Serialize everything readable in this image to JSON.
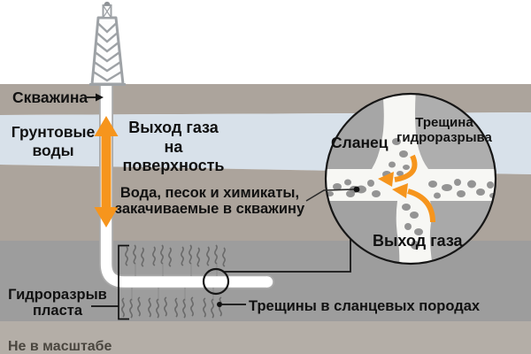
{
  "diagram": {
    "subject": "hydraulic-fracturing-scheme",
    "labels": {
      "well": "Скважина",
      "groundwater": "Грунтовые\nводы",
      "gas_to_surface": "Выход газа\nна поверхность",
      "injection": "Вода, песок и химикаты,\nзакачиваемые в скважину",
      "fracking": "Гидроразрыв\nпласта",
      "shale_cracks": "Трещины в сланцевых породах",
      "not_to_scale": "Не в масштабе"
    },
    "inset": {
      "shale": "Сланец",
      "frack_crack": "Трещина\nгидроразрыва",
      "gas_output": "Выход газа"
    },
    "colors": {
      "sky": "#FFFFFF",
      "surface_soil": "#ACA49C",
      "groundwater_band": "#D8E1EA",
      "mid_rock": "#ACA49C",
      "shale_rock": "#9D9D9D",
      "deep_rock": "#B4AEA7",
      "arrow_orange": "#F6951D",
      "pipe_fill": "#FFFFFF",
      "pipe_casing": "#A9A9A9",
      "outline": "#161616",
      "derrick_gray": "#9EA2A6"
    }
  }
}
